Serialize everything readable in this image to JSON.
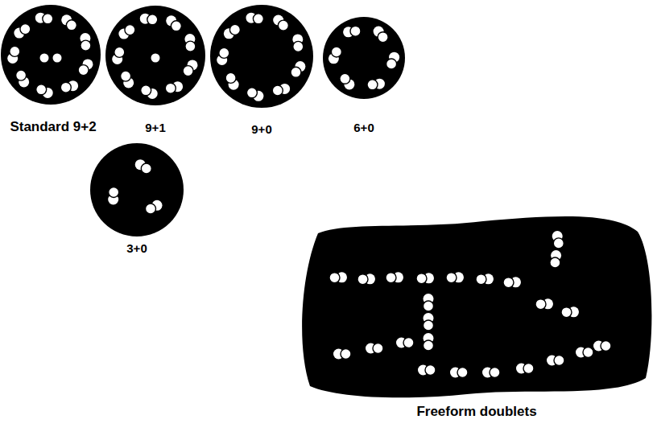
{
  "diagram": {
    "labels": [
      "Standard 9+2",
      "9+1",
      "9+0",
      "6+0",
      "3+0",
      "Freeform doublets"
    ]
  }
}
